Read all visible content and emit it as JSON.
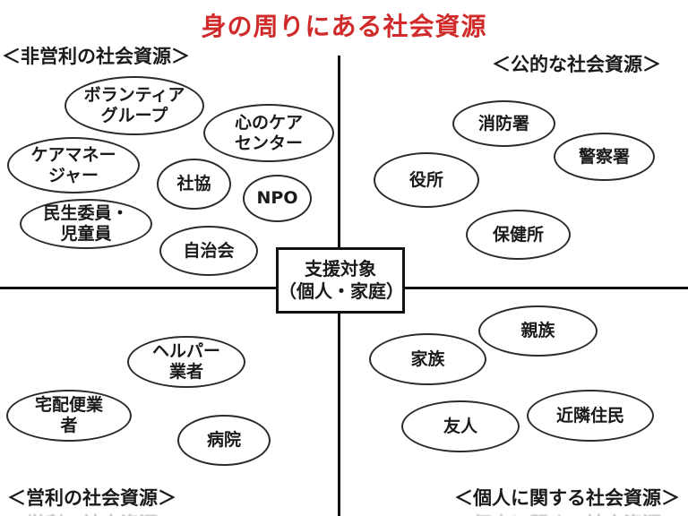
{
  "title": {
    "text": "身の周りにある社会資源",
    "color": "#d02a2a"
  },
  "center_box": {
    "label": "支援対象\n（個人・家庭）"
  },
  "quadrants": {
    "nonprofit": {
      "label": "＜非営利の社会資源＞",
      "items": [
        {
          "label": "ボランティア\nグループ"
        },
        {
          "label": "心のケア\nセンター"
        },
        {
          "label": "ケアマネー\nジャー"
        },
        {
          "label": "社協"
        },
        {
          "label": "NPO"
        },
        {
          "label": "民生委員・\n児童員"
        },
        {
          "label": "自治会"
        }
      ]
    },
    "public": {
      "label": "＜公的な社会資源＞",
      "items": [
        {
          "label": "消防署"
        },
        {
          "label": "警察署"
        },
        {
          "label": "役所"
        },
        {
          "label": "保健所"
        }
      ]
    },
    "profit": {
      "label": "＜営利の社会資源＞",
      "items": [
        {
          "label": "ヘルパー\n業者"
        },
        {
          "label": "宅配便業\n者"
        },
        {
          "label": "病院"
        }
      ]
    },
    "personal": {
      "label": "＜個人に関する社会資源＞",
      "items": [
        {
          "label": "親族"
        },
        {
          "label": "家族"
        },
        {
          "label": "近隣住民"
        },
        {
          "label": "友人"
        }
      ]
    }
  },
  "colors": {
    "title_red": "#d02a2a",
    "line_black": "#111111",
    "ellipse_border": "#2b2b2b"
  }
}
